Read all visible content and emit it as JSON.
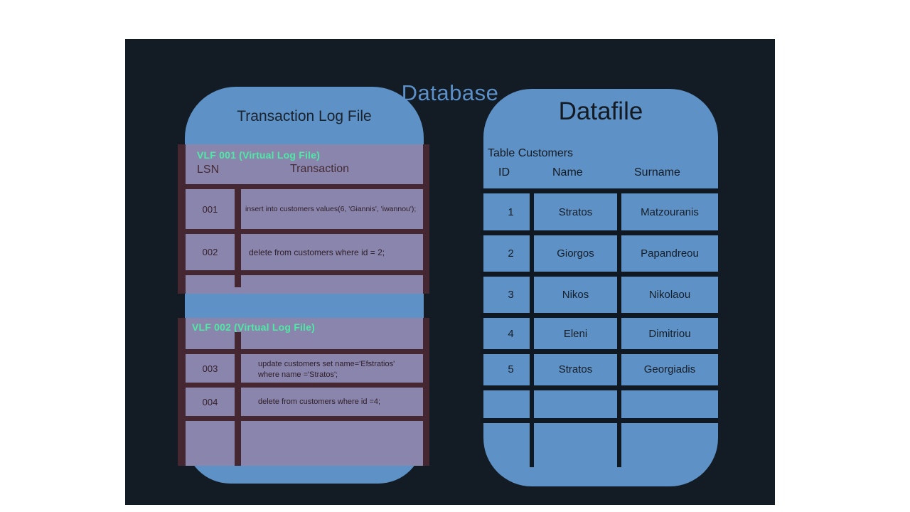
{
  "title": "Database",
  "colors": {
    "panel_bg": "#131b25",
    "container_blue": "#5e92c7",
    "vlf_purple": "#8985ac",
    "vlf_border_maroon": "#452731",
    "vlf_header_green": "#4deaa5",
    "dark_text": "#161d26",
    "maroon_text": "#452b35",
    "title_blue": "#5b90c8",
    "datafile_grid": "#101822"
  },
  "transaction_log": {
    "title": "Transaction Log File",
    "columns": {
      "lsn": "LSN",
      "transaction": "Transaction"
    },
    "vlfs": [
      {
        "name": "VLF 001 (Virtual Log File)",
        "rows": [
          {
            "lsn": "001",
            "sql": "insert into customers values(6, 'Giannis', 'iwannou');"
          },
          {
            "lsn": "002",
            "sql": "delete from customers where id = 2;"
          }
        ]
      },
      {
        "name": "VLF 002 (Virtual Log File)",
        "rows": [
          {
            "lsn": "003",
            "sql_lines": [
              "update customers set name='Efstratios'",
              "where name ='Stratos';"
            ]
          },
          {
            "lsn": "004",
            "sql": "delete from customers where id =4;"
          }
        ]
      }
    ]
  },
  "datafile": {
    "title": "Datafile",
    "table_label": "Table Customers",
    "columns": [
      "ID",
      "Name",
      "Surname"
    ],
    "rows": [
      {
        "id": "1",
        "name": "Stratos",
        "surname": "Matzouranis"
      },
      {
        "id": "2",
        "name": "Giorgos",
        "surname": "Papandreou"
      },
      {
        "id": "3",
        "name": "Nikos",
        "surname": "Nikolaou"
      },
      {
        "id": "4",
        "name": "Eleni",
        "surname": "Dimitriou"
      },
      {
        "id": "5",
        "name": "Stratos",
        "surname": "Georgiadis"
      }
    ]
  }
}
